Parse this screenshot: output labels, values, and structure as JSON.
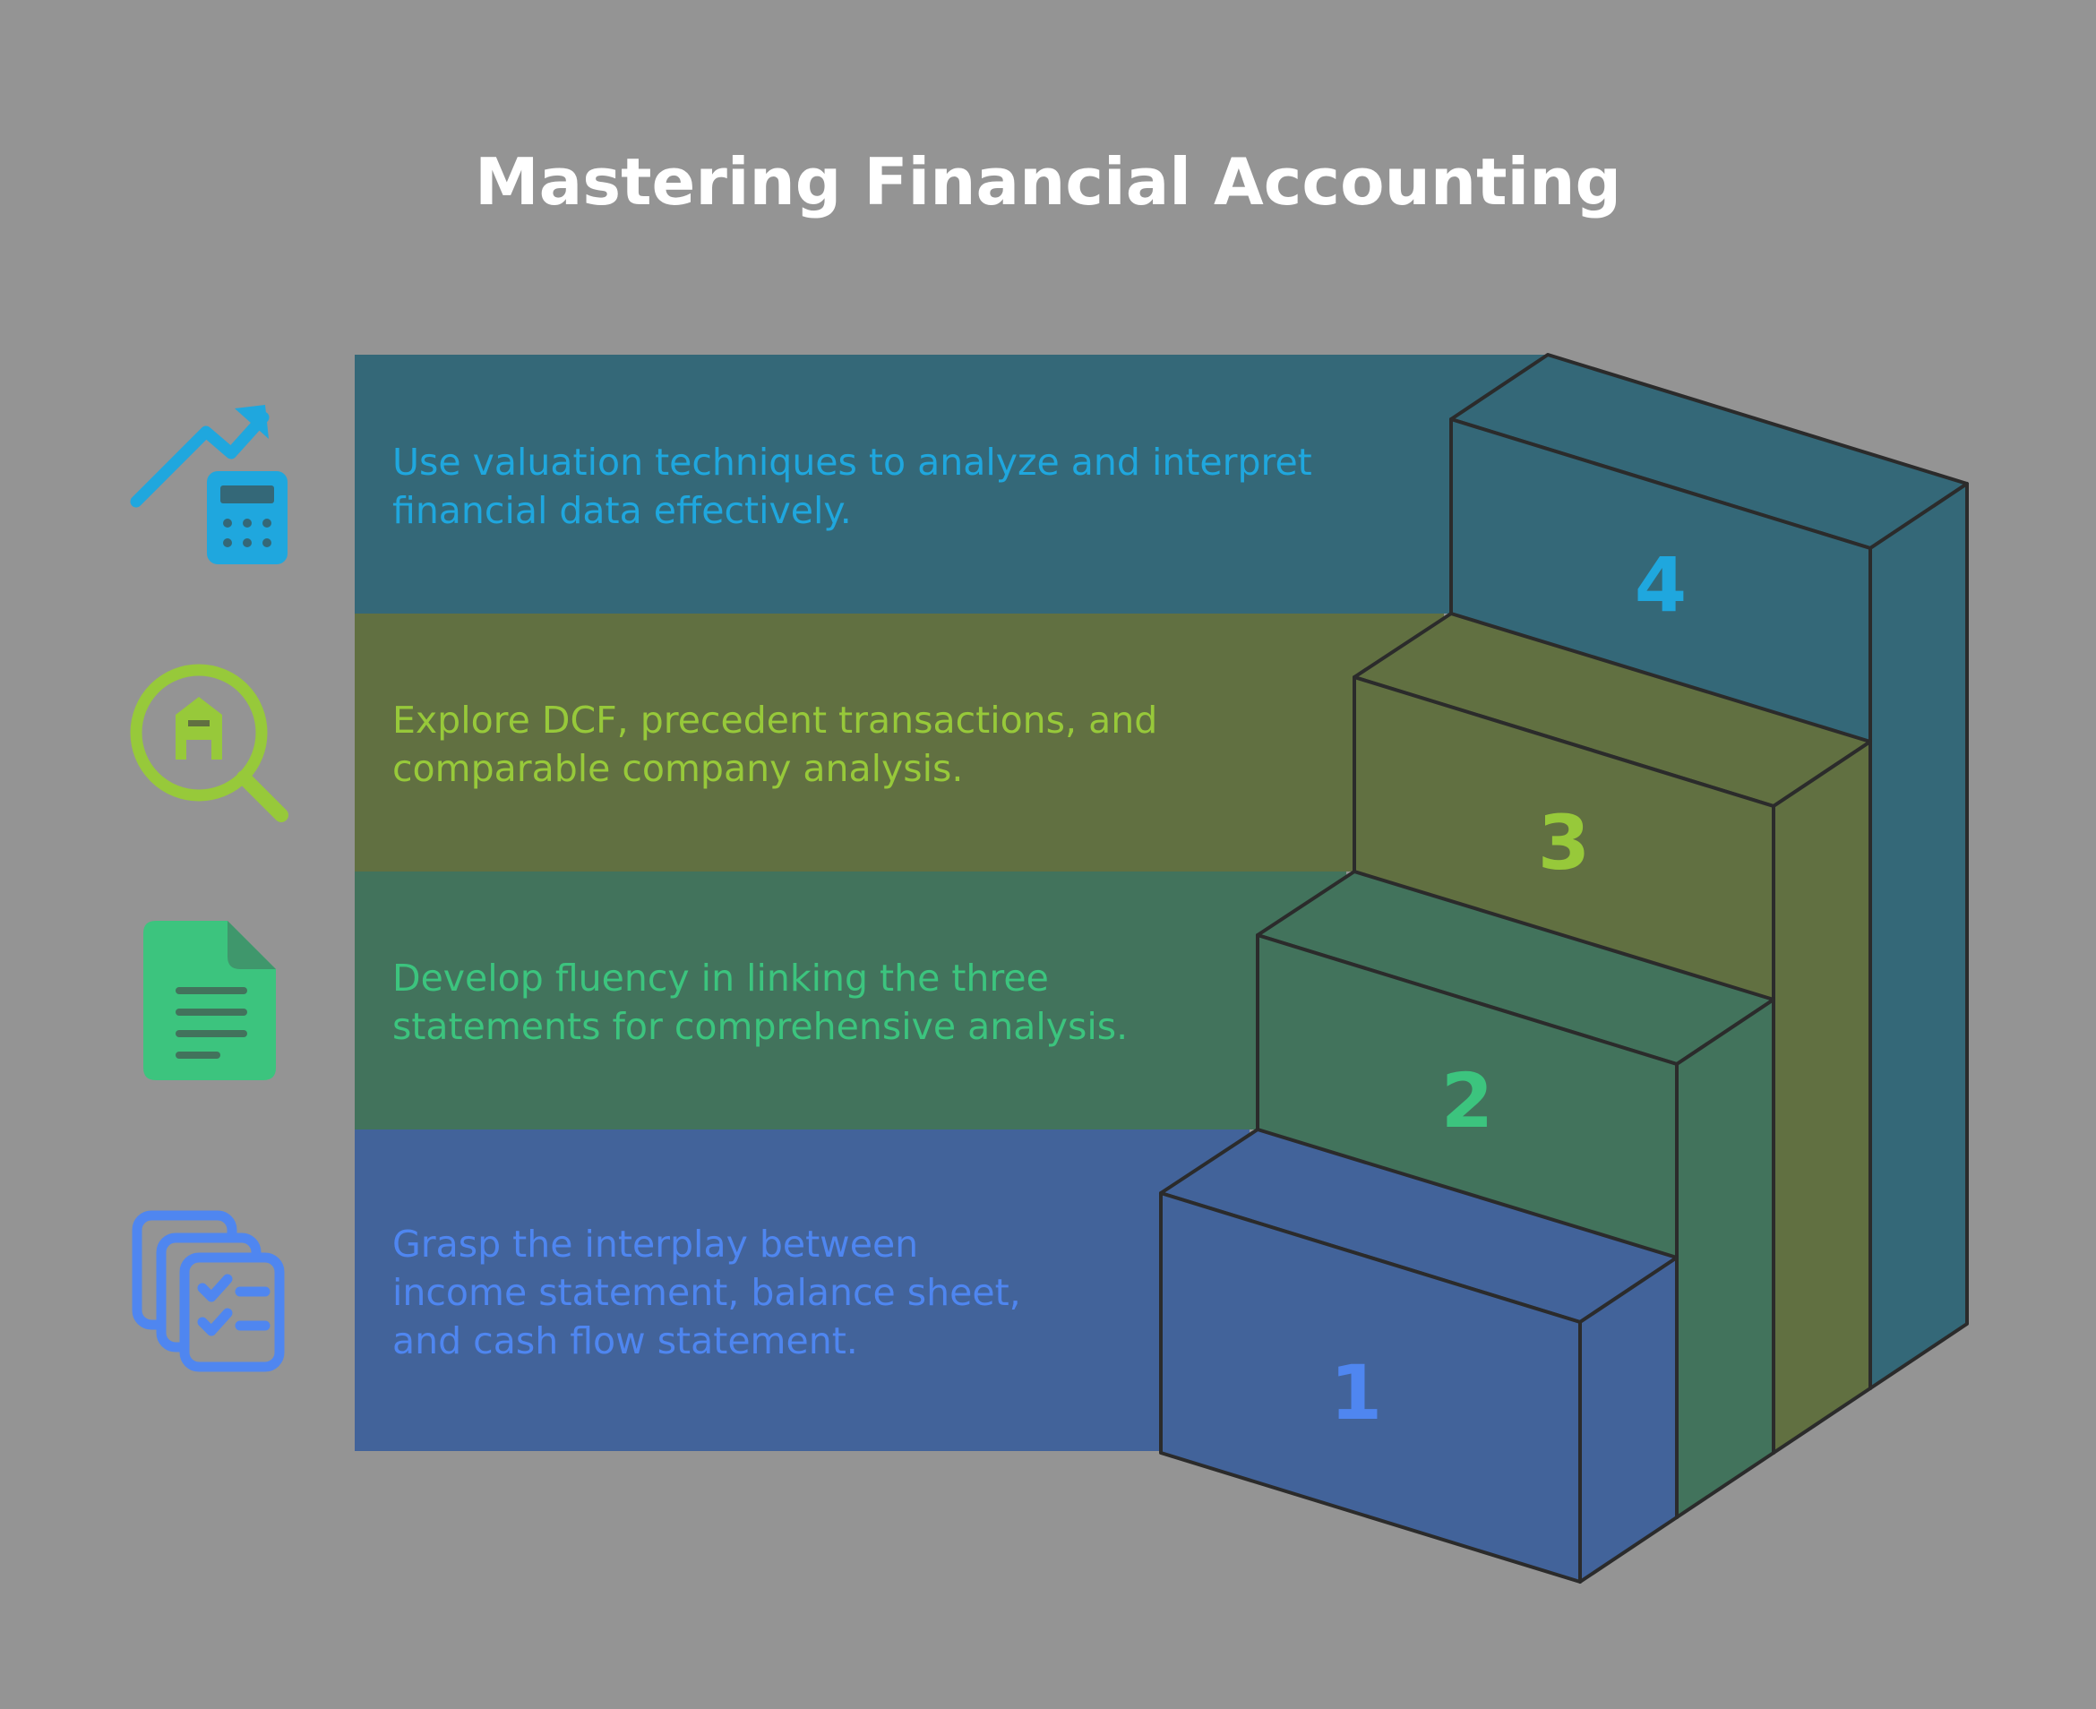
{
  "title": "Mastering Financial Accounting",
  "steps": [
    {
      "number": "1",
      "color": "#4F86F0",
      "band_color": "#42639A",
      "icon": "checklist-documents-icon",
      "text_lines": [
        "Grasp the interplay between",
        "income statement, balance sheet,",
        "and cash flow statement."
      ]
    },
    {
      "number": "2",
      "color": "#3CC47E",
      "band_color": "#42735C",
      "icon": "document-icon",
      "text_lines": [
        "Develop fluency in linking the three",
        "statements for comprehensive analysis."
      ]
    },
    {
      "number": "3",
      "color": "#97C93A",
      "band_color": "#617041",
      "icon": "magnifier-building-icon",
      "text_lines": [
        "Explore DCF, precedent transactions, and",
        "comparable company analysis."
      ]
    },
    {
      "number": "4",
      "color": "#1FA7DE",
      "band_color": "#346878",
      "icon": "chart-calculator-icon",
      "text_lines": [
        "Use valuation techniques to analyze and interpret",
        "financial data effectively."
      ]
    }
  ]
}
